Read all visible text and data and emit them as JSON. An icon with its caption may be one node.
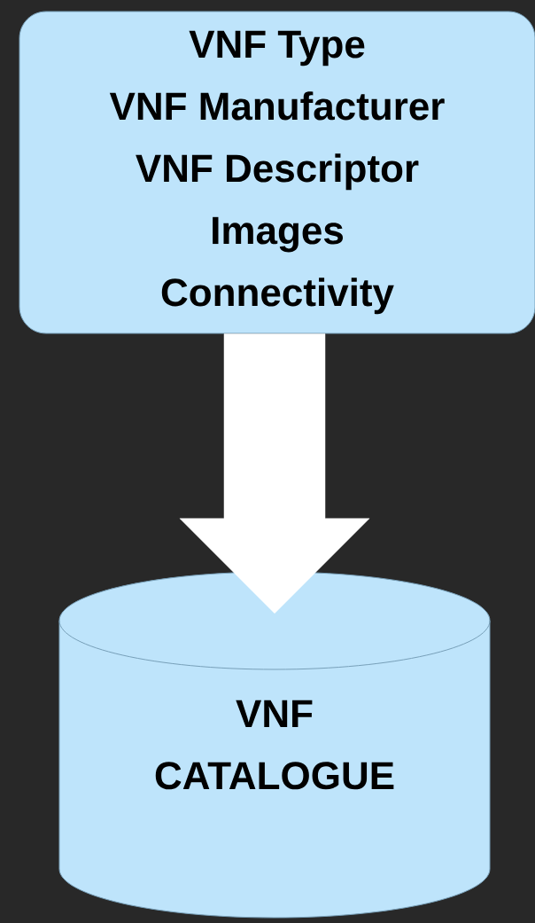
{
  "diagram": {
    "nodes": [
      {
        "text": [
          "VNF Type",
          "VNF Manufacturer",
          "VNF Descriptor",
          "Images",
          "Connectivity"
        ]
      },
      {
        "text": [
          "VNF CATALOGUE"
        ]
      }
    ],
    "edges": [
      {
        "from": 0,
        "to": 1,
        "arrow": "to"
      }
    ]
  }
}
